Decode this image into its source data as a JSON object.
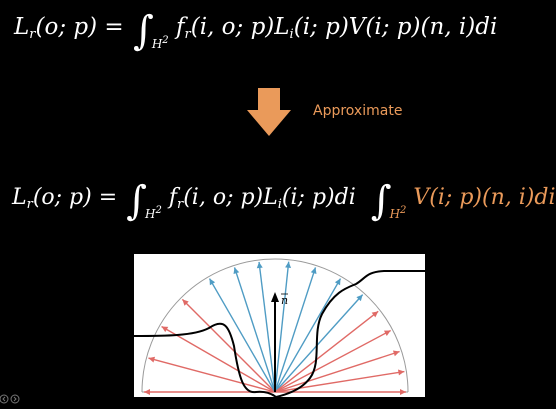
{
  "equation_full": {
    "lhs": "L",
    "lhs_sub": "r",
    "lhs_args": "(o; p) =",
    "integral_domain": "H",
    "integral_domain_sup": "2",
    "integrand": "f",
    "integrand_sub": "r",
    "integrand_rest_1": "(i, o; p)L",
    "integrand_sub_2": "i",
    "integrand_rest_2": "(i; p)V(i; p)(n, i)di"
  },
  "arrow": {
    "label": "Approximate",
    "color": "#ea9a5a"
  },
  "equation_split": {
    "lhs": "L",
    "lhs_sub": "r",
    "lhs_args": "(o; p) =",
    "integral1_domain": "H",
    "integral1_domain_sup": "2",
    "integral1_body_a": "f",
    "integral1_body_sub": "r",
    "integral1_body_b": "(i, o; p)L",
    "integral1_body_sub2": "i",
    "integral1_body_c": "(i; p)di",
    "integral2_domain": "H",
    "integral2_domain_sup": "2",
    "integral2_body": "V(i; p)(n, i)di",
    "integral2_color": "#ea9a5a"
  },
  "figure": {
    "normal_label": "n",
    "ray_colors": {
      "blue": "#4f9cc4",
      "red": "#e06a66",
      "curve": "#000000",
      "dome": "#9a9a9a"
    }
  },
  "nav_icons": [
    "previous-icon",
    "next-icon"
  ]
}
